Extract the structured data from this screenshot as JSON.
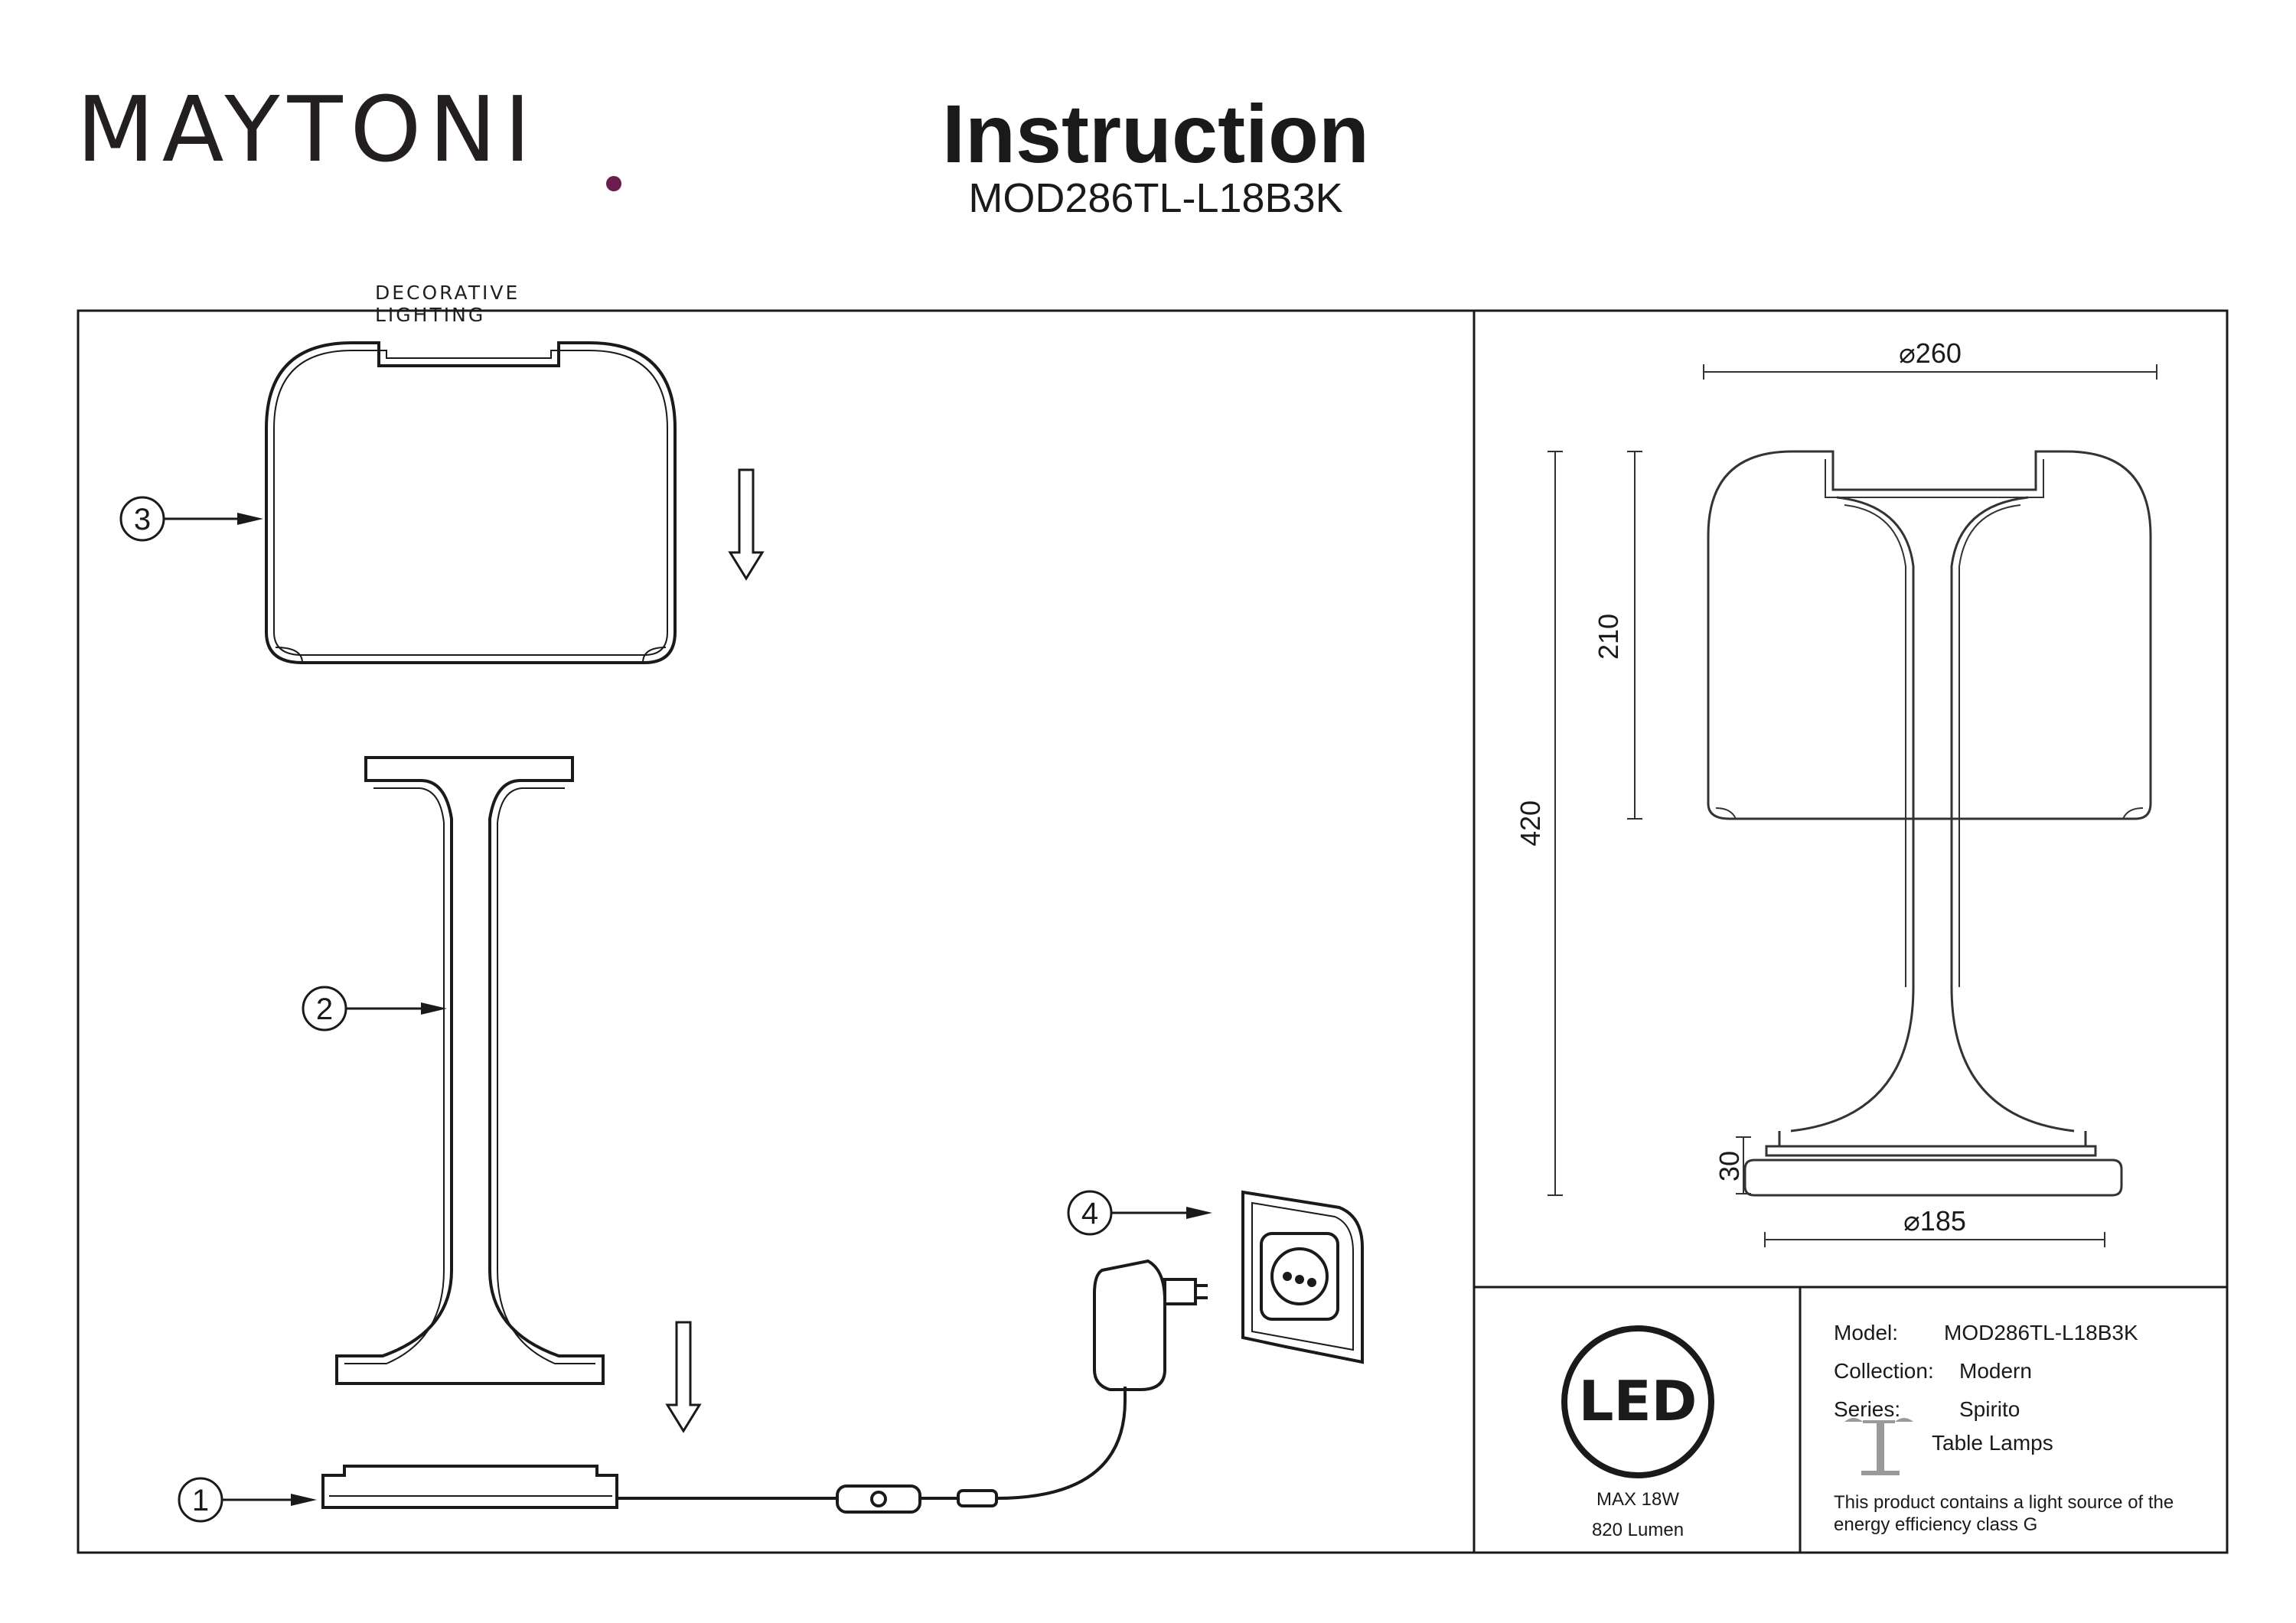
{
  "brand": {
    "name": "MAYTONI",
    "tagline": "DECORATIVE LIGHTING"
  },
  "header": {
    "title": "Instruction",
    "model_code": "MOD286TL-L18B3K"
  },
  "assembly": {
    "parts": [
      {
        "number": "3",
        "description": "shade"
      },
      {
        "number": "2",
        "description": "body"
      },
      {
        "number": "1",
        "description": "base with cord and switch"
      },
      {
        "number": "4",
        "description": "wall socket"
      }
    ]
  },
  "dimensions": {
    "shade_diameter": "⌀260",
    "shade_height": "210",
    "total_height": "420",
    "base_height": "30",
    "base_diameter": "⌀185"
  },
  "led": {
    "logo_text": "LED",
    "power": "MAX 18W",
    "lumen": "820 Lumen"
  },
  "specs": {
    "model_label": "Model:",
    "model_value": "MOD286TL-L18B3K",
    "collection_label": "Collection:",
    "collection_value": "Modern",
    "series_label": "Series:",
    "series_value": "Spirito",
    "type_value": "Table Lamps",
    "type_icon": "table-lamp-icon",
    "energy_note": "This product contains a light source of the energy efficiency class G"
  },
  "colors": {
    "brand_accent": "#6b1d4f",
    "line": "#1a1a1a"
  }
}
